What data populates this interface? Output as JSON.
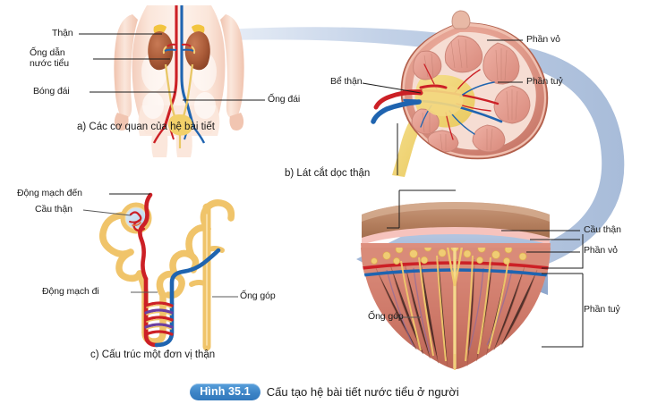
{
  "figure": {
    "badge": "Hình 35.1",
    "caption": "Cấu tạo hệ bài tiết nước tiểu ở người"
  },
  "colors": {
    "badge_blue": "#3d84c6",
    "arrow_blue": "#9cb3d4",
    "leader_line": "#1b1b1b",
    "kidney_brown": "#b0613f",
    "kidney_pink": "#e09386",
    "artery_red": "#cc2026",
    "vein_blue": "#1f64b0",
    "tubule_yellow": "#f0c46a",
    "skin": "#f7ded2",
    "bladder_yellow": "#f2d06a",
    "background": "#ffffff"
  },
  "panels": [
    {
      "id": "a",
      "caption": "a) Các cơ quan của hệ bài tiết",
      "labels": [
        {
          "id": "than",
          "text": "Thận"
        },
        {
          "id": "ong-dan-nuoc-tieu",
          "line1": "Ống dẫn",
          "line2": "nước tiểu"
        },
        {
          "id": "bong-dai",
          "text": "Bóng đái"
        },
        {
          "id": "ong-dai",
          "text": "Ống đái"
        }
      ]
    },
    {
      "id": "b",
      "caption": "b) Lát cắt dọc thận",
      "labels": [
        {
          "id": "phan-vo",
          "text": "Phần vỏ"
        },
        {
          "id": "phan-tuy",
          "text": "Phần tuỷ"
        },
        {
          "id": "be-than",
          "text": "Bể thận"
        }
      ]
    },
    {
      "id": "c",
      "caption": "c) Cấu trúc một đơn vị thận",
      "labels": [
        {
          "id": "dong-mach-den",
          "text": "Động mạch đến"
        },
        {
          "id": "cau-than",
          "text": "Cầu thận"
        },
        {
          "id": "dong-mach-di",
          "text": "Động mạch đi"
        },
        {
          "id": "ong-gop",
          "text": "Ống góp"
        }
      ]
    },
    {
      "id": "d",
      "caption": "",
      "labels": [
        {
          "id": "cau-than-2",
          "text": "Cầu thận"
        },
        {
          "id": "phan-vo-2",
          "text": "Phần vỏ"
        },
        {
          "id": "phan-tuy-2",
          "text": "Phần tuỷ"
        },
        {
          "id": "ong-gop-2",
          "text": "Ống góp"
        }
      ]
    }
  ]
}
